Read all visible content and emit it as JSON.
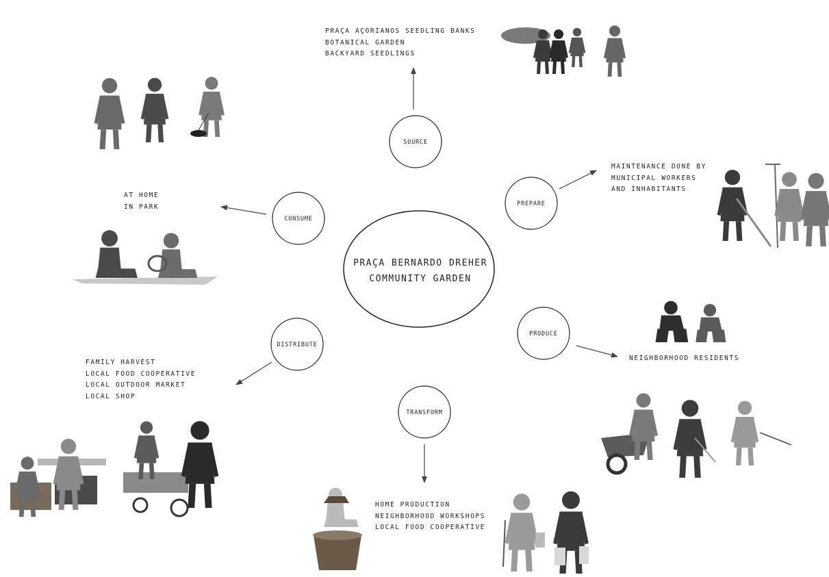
{
  "center": {
    "line1": "PRAÇA BERNARDO DREHER",
    "line2": "COMMUNITY GARDEN"
  },
  "nodes": {
    "source": "SOURCE",
    "prepare": "PREPARE",
    "produce": "PRODUCE",
    "transform": "TRANSFORM",
    "distribute": "DISTRIBUTE",
    "consume": "CONSUME"
  },
  "labels": {
    "source": [
      "PRAÇA AÇORIANOS SEEDLING BANKS",
      "BOTANICAL GARDEN",
      "BACKYARD SEEDLINGS"
    ],
    "prepare": [
      "MAINTENANCE DONE BY",
      "MUNICIPAL WORKERS",
      "AND INHABITANTS"
    ],
    "produce": [
      "NEIGHBORHOOD RESIDENTS"
    ],
    "transform": [
      "HOME PRODUCTION",
      "NEIGHBORHOOD WORKSHOPS",
      "LOCAL FOOD COOPERATIVE"
    ],
    "distribute": [
      "FAMILY HARVEST",
      "LOCAL FOOD COOPERATIVE",
      "LOCAL OUTDOOR MARKET",
      "LOCAL SHOP"
    ],
    "consume": [
      "AT HOME",
      "IN PARK"
    ]
  },
  "colors": {
    "ink": "#222222",
    "figure": "#555555",
    "figure_dark": "#2a2a2a",
    "figure_light": "#9a9a9a"
  }
}
